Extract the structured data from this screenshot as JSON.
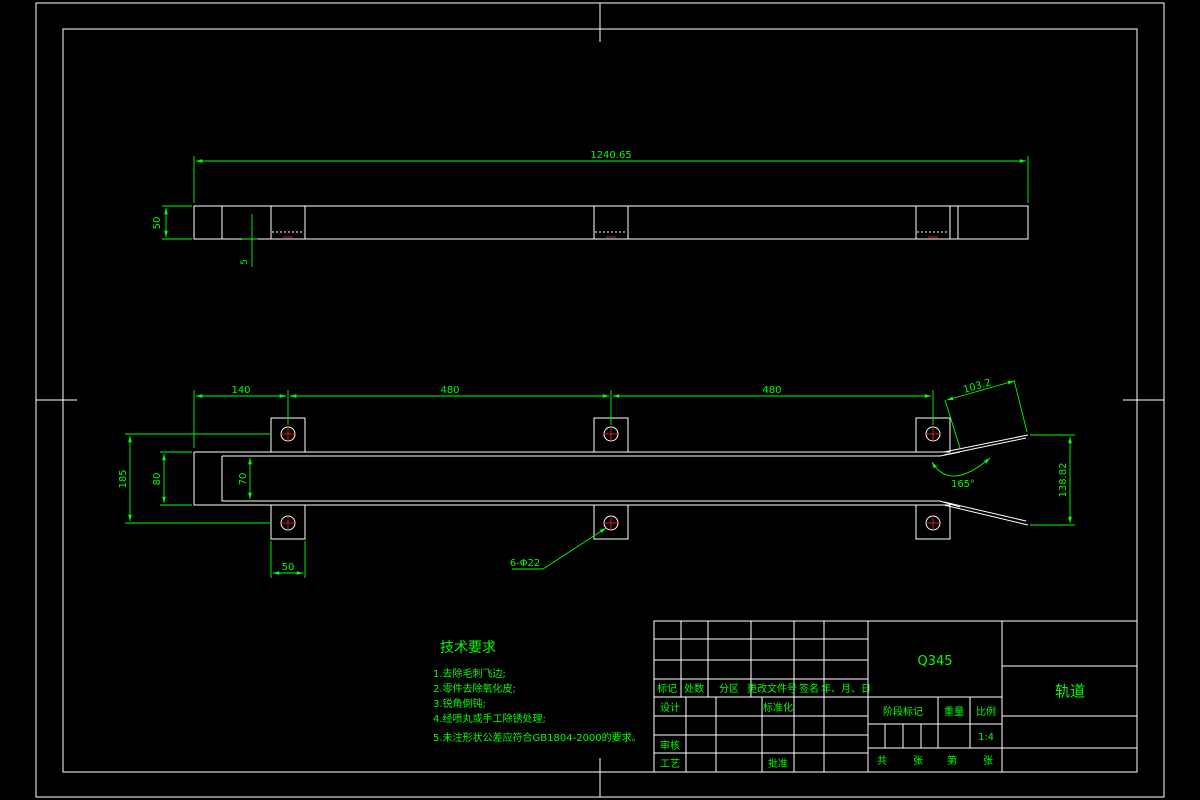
{
  "drawing": {
    "top_view": {
      "overall_length": "1240.65",
      "height": "50",
      "small_dim": "5"
    },
    "plan_view": {
      "dim_first": "140",
      "dim_pitch_1": "480",
      "dim_pitch_2": "480",
      "dim_slant": "103.2",
      "dim_total_width": "185",
      "dim_outer_channel": "80",
      "dim_inner_channel": "70",
      "dim_lug_width": "50",
      "dim_mouth": "138.82",
      "angle": "165°",
      "hole_callout": "6-Φ22"
    },
    "tech_requirements": {
      "title": "技术要求",
      "items": [
        "1.去除毛刺飞边;",
        "2.零件去除氧化皮;",
        "3.锐角倒钝;",
        "4.经喷丸或手工除锈处理;",
        "5.未注形状公差应符合GB1804-2000的要求。"
      ]
    },
    "title_block": {
      "material": "Q345",
      "part_name": "轨道",
      "headers": [
        "标记",
        "处数",
        "分区",
        "更改文件号",
        "签名",
        "年、月、日"
      ],
      "design": "设计",
      "standardization": "标准化",
      "review": "审核",
      "process": "工艺",
      "approve": "批准",
      "stage_mark": "阶段标记",
      "weight": "重量",
      "scale_label": "比例",
      "scale": "1:4",
      "total": "共",
      "sheet": "张",
      "page": "第"
    }
  }
}
